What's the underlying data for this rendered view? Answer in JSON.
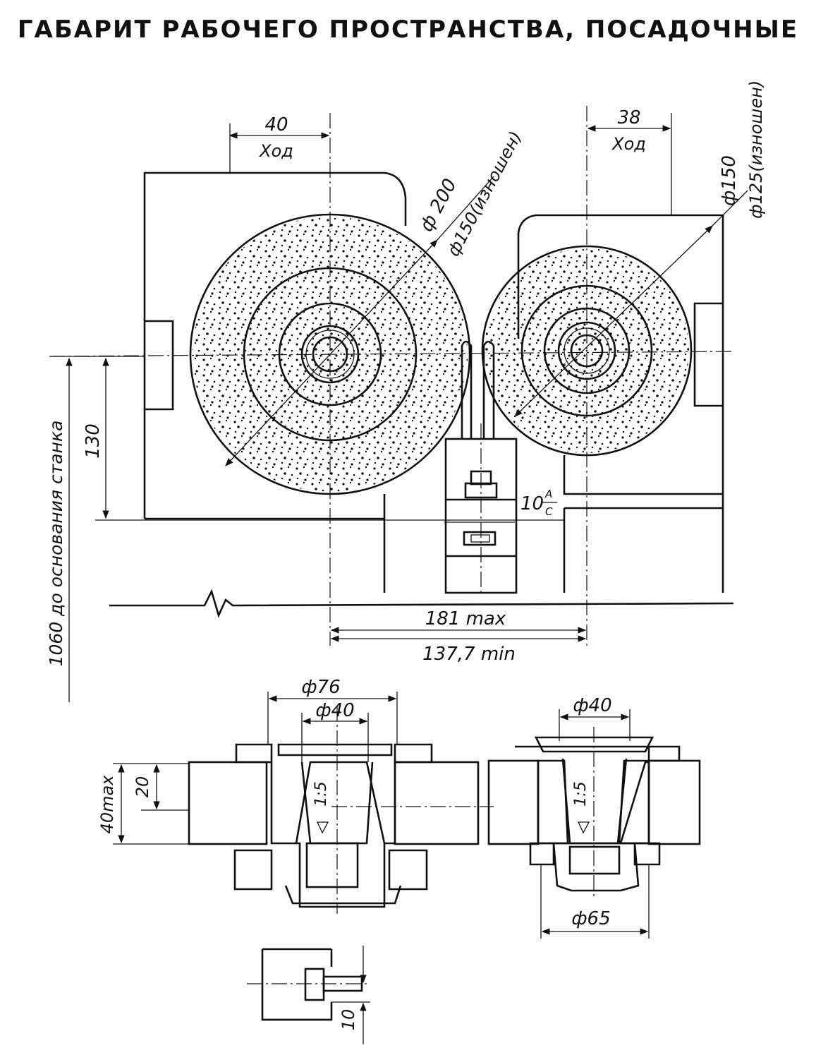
{
  "title": "ГАБАРИТ РАБОЧЕГО ПРОСТРАНСТВА, ПОСАДОЧНЫЕ",
  "dimensions": {
    "stroke_left": "40",
    "stroke_right": "38",
    "hod_left": "Ход",
    "hod_right": "Ход",
    "d200": "ф 200",
    "d150_worn": "ф150(изношен)",
    "d150": "ф150",
    "d125_worn": "ф125(изношен)",
    "h130": "130",
    "h1060": "1060 до основания станка",
    "max181": "181 max",
    "min137": "137,7 min",
    "d10": "10",
    "fitA": "A",
    "fitC": "C",
    "d76": "ф76",
    "d40_left": "ф40",
    "d40_right": "ф40",
    "taper_left": "1:5",
    "taper_right": "1:5",
    "max40": "40max",
    "h20": "20",
    "d65": "ф65",
    "d10_bottom": "10"
  }
}
